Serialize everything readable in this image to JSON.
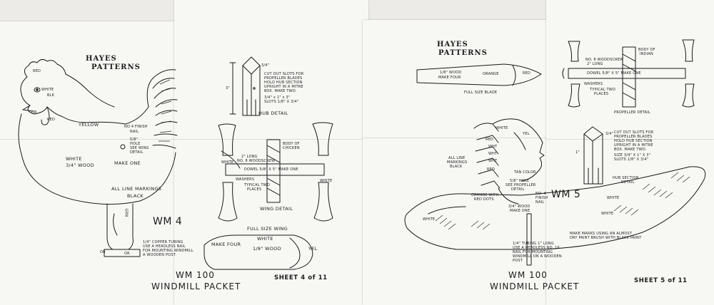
{
  "left_packet": {
    "brand": [
      "HAYES",
      "PATTERNS"
    ],
    "rooster_labels": {
      "red": "RED",
      "white": "WHITE",
      "blk": "BLK",
      "or": "OR",
      "red2": "RED",
      "yellow": "YELLOW",
      "finish_nail": "NO 4 FINISH",
      "nail": "NAIL",
      "hole_size": "5/8\"",
      "hole": "HOLE",
      "see_wing": "SEE WING",
      "detail": "DETAIL",
      "white_body": "WHITE",
      "wood": "3/4\" WOOD",
      "make_one": "MAKE ONE",
      "markings": "ALL LINE MARKINGS",
      "black": "BLACK",
      "model": "WM 4",
      "grn": "GRN",
      "or_left": "OR",
      "or_right": "OR"
    },
    "tubing_note": [
      "1/4\" COPPER TUBING",
      "USE A HEADLESS NAIL",
      "FOR MOUNTING WINDMILL",
      "A WOODEN POST"
    ],
    "blade_note": [
      "CUT OUT SLOTS FOR",
      "PROPELLER BLADES",
      "HOLD HUB SECTION",
      "UPRIGHT IN A MITRE",
      "BOX. MAKE TWO.",
      "3/4\" x 1\" x 3\"",
      "SLOTS 1/8\" X 3/4\""
    ],
    "hub_dims": {
      "a": "3/4\"",
      "b": "3\""
    },
    "hub_detail": "HUB DETAIL",
    "body_note": [
      "BODY OF",
      "CHICKEN"
    ],
    "screw_note": [
      "2\" LONG",
      "NO. 8 WOODSCREW"
    ],
    "dowel": "DOWEL 5/8\" X 5\" MAKE ONE",
    "washers": "WASHERS",
    "typical": [
      "TYPICAL TWO",
      "PLACES"
    ],
    "wing_white_left": "WHITE",
    "wing_white_right": "WHITE",
    "wing_detail": "WING DETAIL",
    "wing_size": "FULL SIZE WING",
    "wing_white": "WHITE",
    "wing_wood": "1/8\" WOOD",
    "make_four": "MAKE FOUR",
    "yel": "YEL",
    "packet_code": "WM 100",
    "packet_name": "WINDMILL PACKET",
    "sheet": "SHEET 4 of 11"
  },
  "right_packet": {
    "brand": [
      "HAYES",
      "PATTERNS"
    ],
    "blade_wood": "1/8\" WOOD",
    "blade_make": "MAKE FOUR",
    "blade_color": "ORANGE",
    "blade_red": "RED",
    "blade_caption": "FULL SIZE BLADE",
    "screw": [
      "NO. 8 WOODSCREW",
      "2\" LONG"
    ],
    "body_indian": [
      "BODY OF",
      "INDIAN"
    ],
    "dowel": "DOWEL 5/8\" X 5\" MAKE ONE",
    "washers": "WASHERS",
    "typical": [
      "TYPICAL TWO",
      "PLACES"
    ],
    "propeller_detail": "PROPELLER DETAIL",
    "indian_labels": {
      "white": "WHITE",
      "yel": "YEL",
      "red": "RED",
      "wht1": "WHT",
      "wht2": "WHT",
      "wht3": "WHT",
      "red2": "RED",
      "tan": "TAN COLOR",
      "markings": [
        "ALL LINE",
        "MARKINGS",
        "BLACK"
      ],
      "hole": [
        "5/8\" HOLE",
        "SEE PROPELLER",
        "DETAIL"
      ],
      "orange": [
        "ORANGE WITH",
        "RED DOTS"
      ],
      "finish": [
        "NO. 4",
        "FINISH",
        "NAIL"
      ],
      "wood": [
        "3/4\" WOOD",
        "MAKE ONE"
      ],
      "model": "WM 5",
      "white_canoe": "WHITE",
      "white_canoe2": "WHITE",
      "white_left": "WHITE"
    },
    "hub_note": [
      "CUT OUT SLOTS FOR",
      "PROPELLER BLADES",
      "HOLD HUB SECTION",
      "UPRIGHT IN A MITRE",
      "BOX. MAKE TWO.",
      "SIZE 3/4\" X 1\" X 3\"",
      "SLOTS 1/8\" X 3/4\""
    ],
    "hub_dims": {
      "a": "3/4\"",
      "b": "1\""
    },
    "hub_section": [
      "HUB SECTION",
      "DETAIL"
    ],
    "marks_note": [
      "MAKE MARKS USING AN ALMOST",
      "DRY PAINT BRUSH WITH BLACK PAINT"
    ],
    "tubing_note": [
      "1/4\" TUBING 1\" LONG",
      "USE A HEADLESS NO. 16",
      "NAIL FOR MOUNTING",
      "WINDMILL ON A WOODEN",
      "POST"
    ],
    "packet_code": "WM 100",
    "packet_name": "WINDMILL PACKET",
    "sheet": "SHEET 5 of 11"
  }
}
